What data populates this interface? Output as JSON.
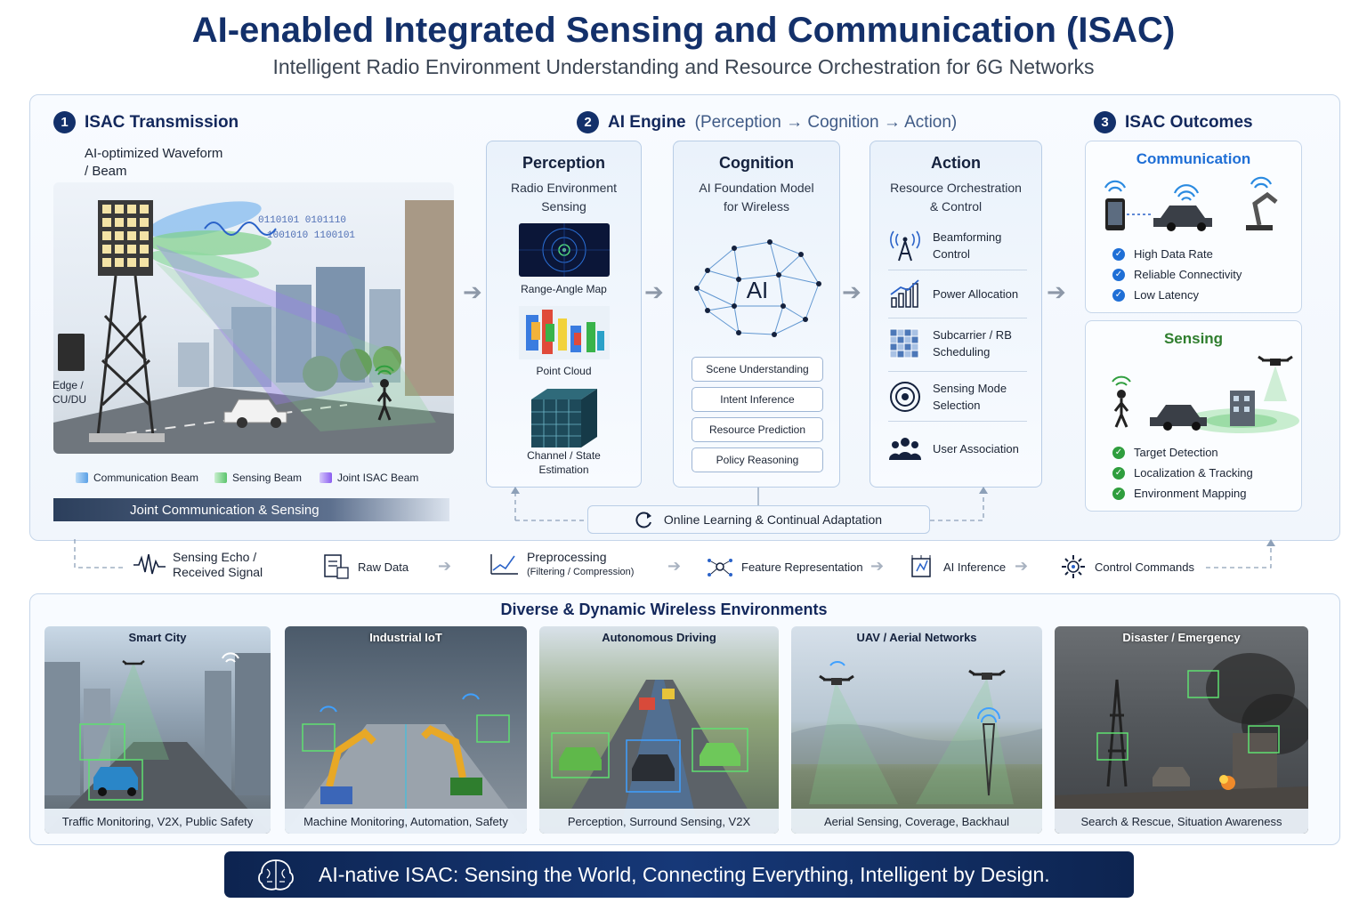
{
  "header": {
    "title": "AI-enabled Integrated Sensing and Communication (ISAC)",
    "subtitle": "Intelligent Radio Environment Understanding and Resource Orchestration for 6G Networks"
  },
  "transmission": {
    "num": "1",
    "title": "ISAC Transmission",
    "waveform_label": "AI-optimized Waveform / Beam",
    "edge_label": "Edge / CU/DU",
    "legend": [
      "Communication Beam",
      "Sensing Beam",
      "Joint ISAC Beam"
    ],
    "joint_label": "Joint Communication & Sensing"
  },
  "engine": {
    "num": "2",
    "title": "AI Engine",
    "subtitle": "(Perception → Cognition → Action)",
    "perception": {
      "title": "Perception",
      "subtitle": "Radio Environment Sensing",
      "items": [
        "Range-Angle Map",
        "Point Cloud",
        "Channel / State Estimation"
      ]
    },
    "cognition": {
      "title": "Cognition",
      "subtitle": "AI Foundation Model for Wireless",
      "center_label": "AI",
      "pills": [
        "Scene Understanding",
        "Intent Inference",
        "Resource Prediction",
        "Policy Reasoning"
      ]
    },
    "action": {
      "title": "Action",
      "subtitle": "Resource Orchestration & Control",
      "items": [
        "Beamforming Control",
        "Power Allocation",
        "Subcarrier / RB Scheduling",
        "Sensing Mode Selection",
        "User Association"
      ]
    },
    "learning": "Online Learning & Continual Adaptation"
  },
  "outcomes": {
    "num": "3",
    "title": "ISAC Outcomes",
    "communication": {
      "title": "Communication",
      "items": [
        "High Data Rate",
        "Reliable Connectivity",
        "Low Latency"
      ]
    },
    "sensing": {
      "title": "Sensing",
      "items": [
        "Target Detection",
        "Localization & Tracking",
        "Environment Mapping"
      ]
    }
  },
  "flow": [
    "Sensing Echo / Received Signal",
    "Raw Data",
    "Preprocessing",
    "(Filtering / Compression)",
    "Feature Representation",
    "AI Inference",
    "Control Commands"
  ],
  "environments": {
    "title": "Diverse & Dynamic Wireless Environments",
    "cards": [
      {
        "title": "Smart City",
        "caption": "Traffic Monitoring, V2X, Public Safety"
      },
      {
        "title": "Industrial IoT",
        "caption": "Machine Monitoring, Automation, Safety"
      },
      {
        "title": "Autonomous Driving",
        "caption": "Perception, Surround Sensing, V2X"
      },
      {
        "title": "UAV / Aerial Networks",
        "caption": "Aerial Sensing, Coverage, Backhaul"
      },
      {
        "title": "Disaster / Emergency",
        "caption": "Search & Rescue, Situation Awareness"
      }
    ]
  },
  "footer": "AI-native ISAC: Sensing the World, Connecting Everything, Intelligent by Design.",
  "colors": {
    "navy": "#13306a",
    "communication_blue": "#1f6fd6",
    "sensing_green": "#2f9e3e",
    "joint_purple": "#8a5cf0"
  }
}
